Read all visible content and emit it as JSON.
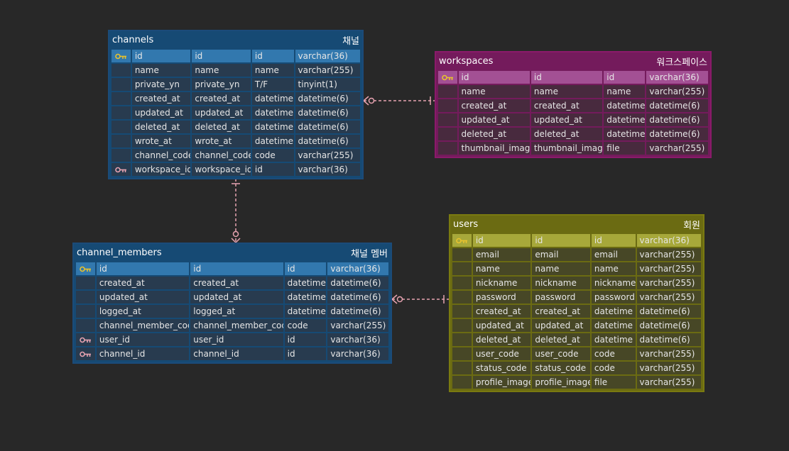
{
  "colors": {
    "background": "#282828",
    "connector": "#e6a2b0",
    "primary_key_icon": "#e7c22e",
    "foreign_key_icon": "#e6a2b0"
  },
  "tables": [
    {
      "id": "channels",
      "name": "channels",
      "alias": "채널",
      "theme": {
        "border": "#1b4b79",
        "header": "#164a74",
        "pk_row": "#3278ae",
        "cell": "#283b4f",
        "text": "#e6e6e6"
      },
      "columns": [
        {
          "key": "pk",
          "values": [
            "id",
            "id",
            "id",
            "varchar(36)"
          ]
        },
        {
          "key": "",
          "values": [
            "name",
            "name",
            "name",
            "varchar(255)"
          ]
        },
        {
          "key": "",
          "values": [
            "private_yn",
            "private_yn",
            "T/F",
            "tinyint(1)"
          ]
        },
        {
          "key": "",
          "values": [
            "created_at",
            "created_at",
            "datetime",
            "datetime(6)"
          ]
        },
        {
          "key": "",
          "values": [
            "updated_at",
            "updated_at",
            "datetime",
            "datetime(6)"
          ]
        },
        {
          "key": "",
          "values": [
            "deleted_at",
            "deleted_at",
            "datetime",
            "datetime(6)"
          ]
        },
        {
          "key": "",
          "values": [
            "wrote_at",
            "wrote_at",
            "datetime",
            "datetime(6)"
          ]
        },
        {
          "key": "",
          "values": [
            "channel_code",
            "channel_code",
            "code",
            "varchar(255)"
          ]
        },
        {
          "key": "fk",
          "values": [
            "workspace_id",
            "workspace_id",
            "id",
            "varchar(36)"
          ]
        }
      ]
    },
    {
      "id": "workspaces",
      "name": "workspaces",
      "alias": "워크스페이스",
      "theme": {
        "border": "#8a1a6a",
        "header": "#741b5c",
        "pk_row": "#a35094",
        "cell": "#482a3e",
        "text": "#e6e6e6"
      },
      "columns": [
        {
          "key": "pk",
          "values": [
            "id",
            "id",
            "id",
            "varchar(36)"
          ]
        },
        {
          "key": "",
          "values": [
            "name",
            "name",
            "name",
            "varchar(255)"
          ]
        },
        {
          "key": "",
          "values": [
            "created_at",
            "created_at",
            "datetime",
            "datetime(6)"
          ]
        },
        {
          "key": "",
          "values": [
            "updated_at",
            "updated_at",
            "datetime",
            "datetime(6)"
          ]
        },
        {
          "key": "",
          "values": [
            "deleted_at",
            "deleted_at",
            "datetime",
            "datetime(6)"
          ]
        },
        {
          "key": "",
          "values": [
            "thumbnail_image",
            "thumbnail_image",
            "file",
            "varchar(255)"
          ]
        }
      ]
    },
    {
      "id": "channel_members",
      "name": "channel_members",
      "alias": "채널 멤버",
      "theme": {
        "border": "#1b4b79",
        "header": "#164a74",
        "pk_row": "#3278ae",
        "cell": "#283b4f",
        "text": "#e6e6e6"
      },
      "columns": [
        {
          "key": "pk",
          "values": [
            "id",
            "id",
            "id",
            "varchar(36)"
          ]
        },
        {
          "key": "",
          "values": [
            "created_at",
            "created_at",
            "datetime",
            "datetime(6)"
          ]
        },
        {
          "key": "",
          "values": [
            "updated_at",
            "updated_at",
            "datetime",
            "datetime(6)"
          ]
        },
        {
          "key": "",
          "values": [
            "logged_at",
            "logged_at",
            "datetime",
            "datetime(6)"
          ]
        },
        {
          "key": "",
          "values": [
            "channel_member_code",
            "channel_member_code",
            "code",
            "varchar(255)"
          ]
        },
        {
          "key": "fk",
          "values": [
            "user_id",
            "user_id",
            "id",
            "varchar(36)"
          ]
        },
        {
          "key": "fk",
          "values": [
            "channel_id",
            "channel_id",
            "id",
            "varchar(36)"
          ]
        }
      ]
    },
    {
      "id": "users",
      "name": "users",
      "alias": "회원",
      "theme": {
        "border": "#7a7a10",
        "header": "#6b6b12",
        "pk_row": "#a7a83a",
        "cell": "#474726",
        "text": "#e6e6e6"
      },
      "columns": [
        {
          "key": "pk",
          "values": [
            "id",
            "id",
            "id",
            "varchar(36)"
          ]
        },
        {
          "key": "",
          "values": [
            "email",
            "email",
            "email",
            "varchar(255)"
          ]
        },
        {
          "key": "",
          "values": [
            "name",
            "name",
            "name",
            "varchar(255)"
          ]
        },
        {
          "key": "",
          "values": [
            "nickname",
            "nickname",
            "nickname",
            "varchar(255)"
          ]
        },
        {
          "key": "",
          "values": [
            "password",
            "password",
            "password",
            "varchar(255)"
          ]
        },
        {
          "key": "",
          "values": [
            "created_at",
            "created_at",
            "datetime",
            "datetime(6)"
          ]
        },
        {
          "key": "",
          "values": [
            "updated_at",
            "updated_at",
            "datetime",
            "datetime(6)"
          ]
        },
        {
          "key": "",
          "values": [
            "deleted_at",
            "deleted_at",
            "datetime",
            "datetime(6)"
          ]
        },
        {
          "key": "",
          "values": [
            "user_code",
            "user_code",
            "code",
            "varchar(255)"
          ]
        },
        {
          "key": "",
          "values": [
            "status_code",
            "status_code",
            "code",
            "varchar(255)"
          ]
        },
        {
          "key": "",
          "values": [
            "profile_image",
            "profile_image",
            "file",
            "varchar(255)"
          ]
        }
      ]
    }
  ]
}
